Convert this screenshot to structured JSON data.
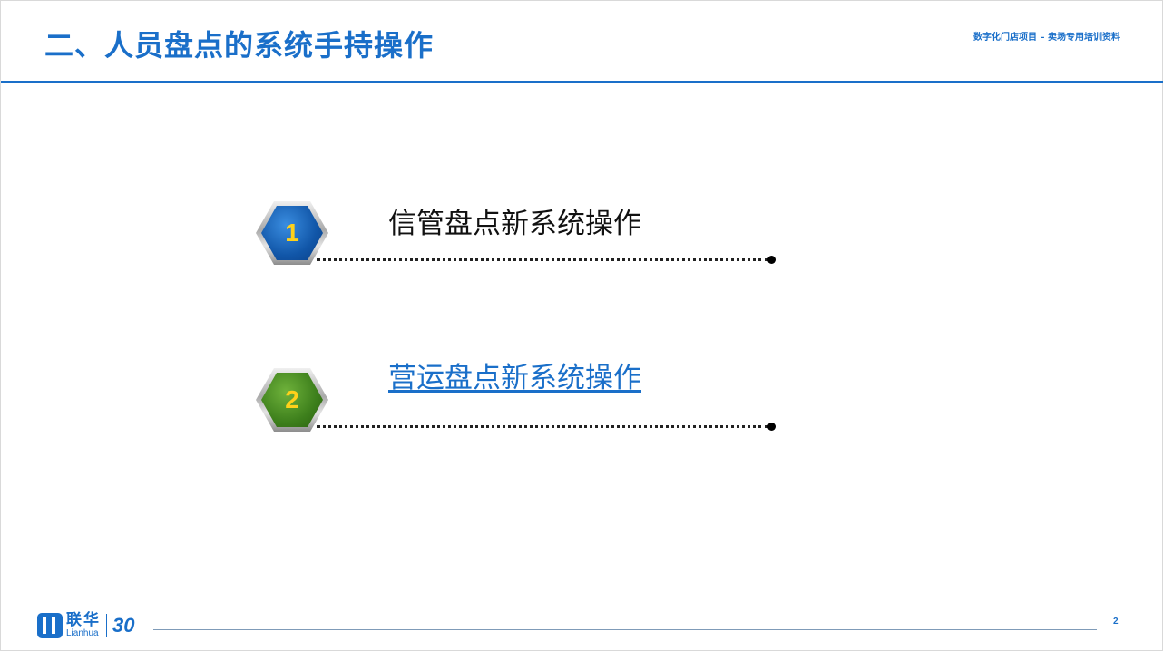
{
  "header": {
    "title": "二、人员盘点的系统手持操作",
    "subtitle": "数字化门店项目 – 卖场专用培训资料"
  },
  "items": [
    {
      "number": "1",
      "label": "信管盘点新系统操作",
      "color": "#1156a8",
      "is_link": false
    },
    {
      "number": "2",
      "label": "营运盘点新系统操作",
      "color": "#3d7f1c",
      "is_link": true
    }
  ],
  "footer": {
    "logo_cn": "联华",
    "logo_en": "Lianhua",
    "logo_badge": "30",
    "page_number": "2"
  },
  "colors": {
    "accent": "#1a6fc9",
    "number_text": "#ffd11a"
  }
}
